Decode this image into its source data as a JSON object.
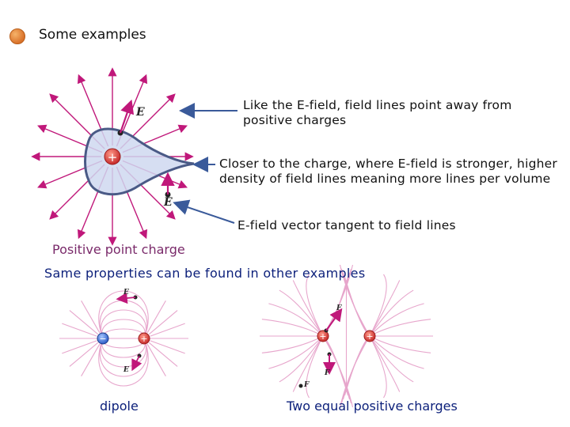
{
  "bullet": {
    "icon": "orange-circle-bullet"
  },
  "heading": "Some examples",
  "annotations": {
    "away": "Like the E-field, field lines point away from positive charges",
    "density": "Closer to the charge, where E-field is stronger, higher density of field lines meaning more lines per volume",
    "tangent": "E-field vector tangent to field lines"
  },
  "main_figure": {
    "caption": "Positive point charge",
    "charge_symbol": "+",
    "vector_label": "E",
    "line_color": "#c0187a",
    "charge_color": "#d94040"
  },
  "subheading": "Same properties can be found in other examples",
  "dipole": {
    "caption": "dipole",
    "vector_label": "E",
    "negative_symbol": "−",
    "positive_symbol": "+"
  },
  "two_positive": {
    "caption": "Two equal positive charges",
    "vector_label": "F",
    "charge_symbol": "+"
  },
  "colors": {
    "heading_text": "#111111",
    "caption_text": "#0b1f7a",
    "arrow": "#3a5a9a",
    "field_line": "#c0187a",
    "light_field_line": "#e7a6cc",
    "positive": "#d94040",
    "negative": "#3a7ad9"
  }
}
